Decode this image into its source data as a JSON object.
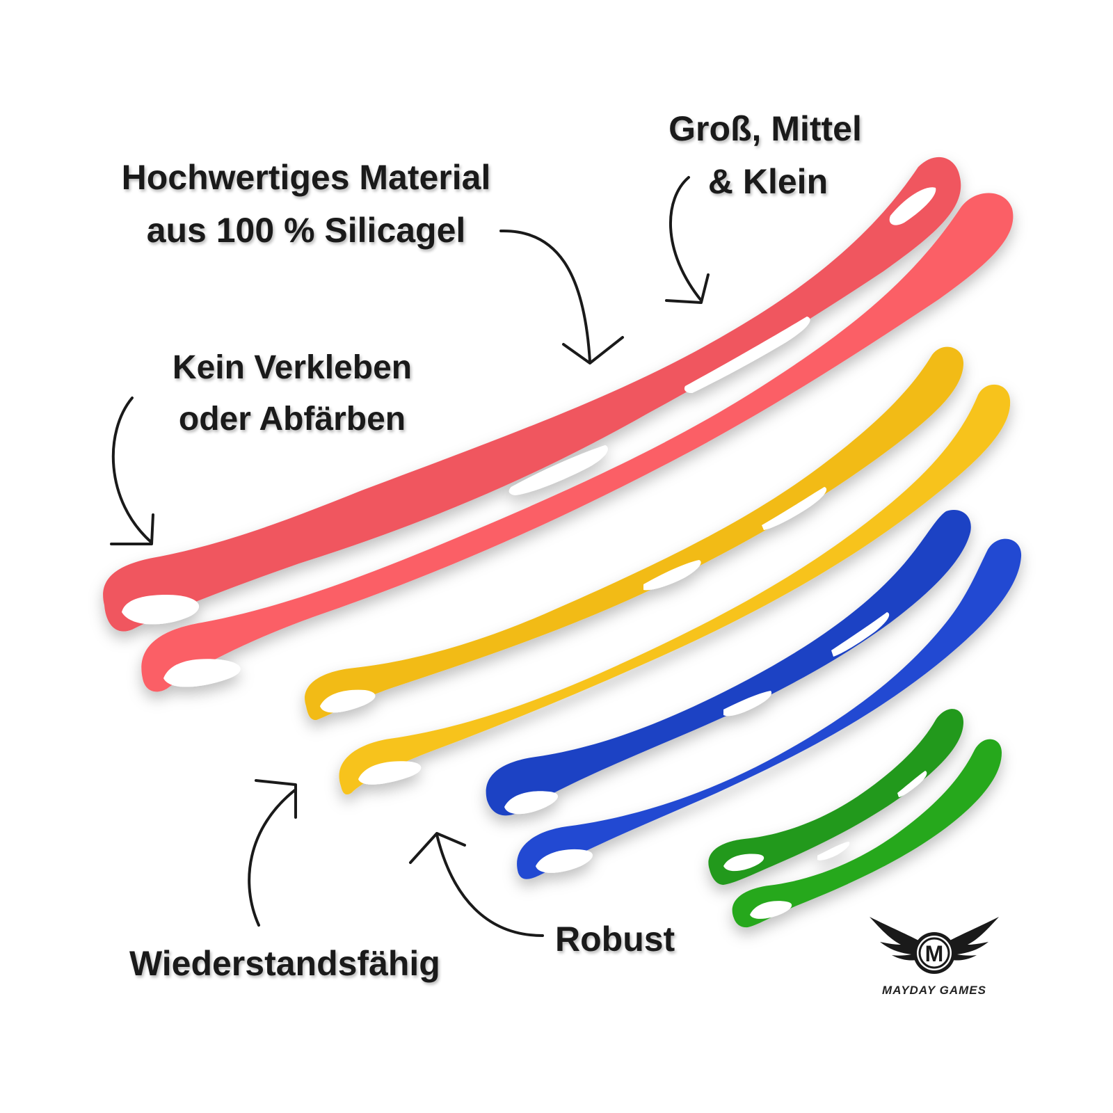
{
  "captions": {
    "material": [
      "Hochwertiges Material",
      "aus 100 % Silicagel"
    ],
    "sizes": [
      "Groß, Mittel",
      "& Klein"
    ],
    "sticky": [
      "Kein Verkleben",
      "oder Abfärben"
    ],
    "robust": "Robust",
    "resistant": "Wiederstandsfähig"
  },
  "logo": {
    "letter": "M",
    "brand": "MAYDAY GAMES",
    "icon": "winged-m-emblem"
  },
  "bands": [
    {
      "name": "large",
      "color": "#fb5d63"
    },
    {
      "name": "medium-large",
      "color": "#f6c21a"
    },
    {
      "name": "medium",
      "color": "#1f46cc"
    },
    {
      "name": "small",
      "color": "#26a21e"
    }
  ]
}
